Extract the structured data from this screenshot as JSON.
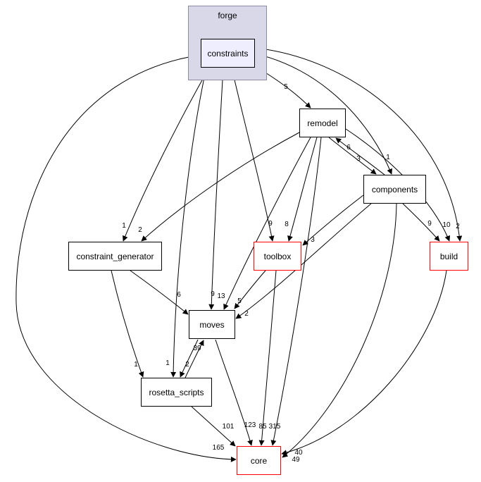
{
  "graph": {
    "background": "#ffffff",
    "edge_color": "#000000",
    "highlight_border_color": "#ff0000",
    "default_border_color": "#000000"
  },
  "cluster": {
    "label": "forge",
    "fill": "#d8d8e8",
    "border": "#8a8aa0"
  },
  "nodes": {
    "constraints": {
      "label": "constraints",
      "border": "#000000",
      "fill": "#eeeeff"
    },
    "remodel": {
      "label": "remodel",
      "border": "#000000",
      "fill": "#ffffff"
    },
    "components": {
      "label": "components",
      "border": "#000000",
      "fill": "#ffffff"
    },
    "constraint_generator": {
      "label": "constraint_generator",
      "border": "#000000",
      "fill": "#ffffff"
    },
    "toolbox": {
      "label": "toolbox",
      "border": "#ff0000",
      "fill": "#ffffff"
    },
    "build": {
      "label": "build",
      "border": "#ff0000",
      "fill": "#ffffff"
    },
    "moves": {
      "label": "moves",
      "border": "#000000",
      "fill": "#ffffff"
    },
    "rosetta_scripts": {
      "label": "rosetta_scripts",
      "border": "#000000",
      "fill": "#ffffff"
    },
    "core": {
      "label": "core",
      "border": "#ff0000",
      "fill": "#ffffff"
    }
  },
  "edges": {
    "constraints_remodel": {
      "from": "constraints",
      "to": "remodel",
      "label": "5"
    },
    "constraints_components": {
      "from": "constraints",
      "to": "components",
      "label": "1"
    },
    "remodel_components": {
      "from": "remodel",
      "to": "components",
      "label": "3"
    },
    "components_remodel": {
      "from": "components",
      "to": "remodel",
      "label": "6"
    },
    "constraints_constraint_generator": {
      "from": "constraints",
      "to": "constraint_generator",
      "label": "1"
    },
    "remodel_constraint_generator": {
      "from": "remodel",
      "to": "constraint_generator",
      "label": "2"
    },
    "constraints_toolbox": {
      "from": "constraints",
      "to": "toolbox",
      "label": "9"
    },
    "remodel_toolbox": {
      "from": "remodel",
      "to": "toolbox",
      "label": "8"
    },
    "components_toolbox": {
      "from": "components",
      "to": "toolbox",
      "label": "3"
    },
    "components_build": {
      "from": "components",
      "to": "build",
      "label": "9"
    },
    "remodel_build": {
      "from": "remodel",
      "to": "build",
      "label": "10"
    },
    "constraints_build": {
      "from": "constraints",
      "to": "build",
      "label": "2"
    },
    "constraint_generator_moves": {
      "from": "constraint_generator",
      "to": "moves",
      "label": "6"
    },
    "constraints_moves": {
      "from": "constraints",
      "to": "moves",
      "label": "9"
    },
    "remodel_moves": {
      "from": "remodel",
      "to": "moves",
      "label": "13"
    },
    "toolbox_moves": {
      "from": "toolbox",
      "to": "moves",
      "label": "5"
    },
    "components_moves": {
      "from": "components",
      "to": "moves",
      "label": "2"
    },
    "constraint_generator_rosetta_scripts": {
      "from": "constraint_generator",
      "to": "rosetta_scripts",
      "label": "1"
    },
    "constraints_rosetta_scripts": {
      "from": "constraints",
      "to": "rosetta_scripts",
      "label": "1"
    },
    "rosetta_scripts_moves": {
      "from": "rosetta_scripts",
      "to": "moves",
      "label": "39"
    },
    "moves_rosetta_scripts": {
      "from": "moves",
      "to": "rosetta_scripts",
      "label": "2"
    },
    "constraints_core": {
      "from": "constraints",
      "to": "core",
      "label": "165"
    },
    "rosetta_scripts_core": {
      "from": "rosetta_scripts",
      "to": "core",
      "label": "101"
    },
    "moves_core": {
      "from": "moves",
      "to": "core",
      "label": "123"
    },
    "toolbox_core": {
      "from": "toolbox",
      "to": "core",
      "label": "85"
    },
    "remodel_core": {
      "from": "remodel",
      "to": "core",
      "label": "315"
    },
    "components_core": {
      "from": "components",
      "to": "core",
      "label": "49"
    },
    "build_core": {
      "from": "build",
      "to": "core",
      "label": "40"
    }
  }
}
